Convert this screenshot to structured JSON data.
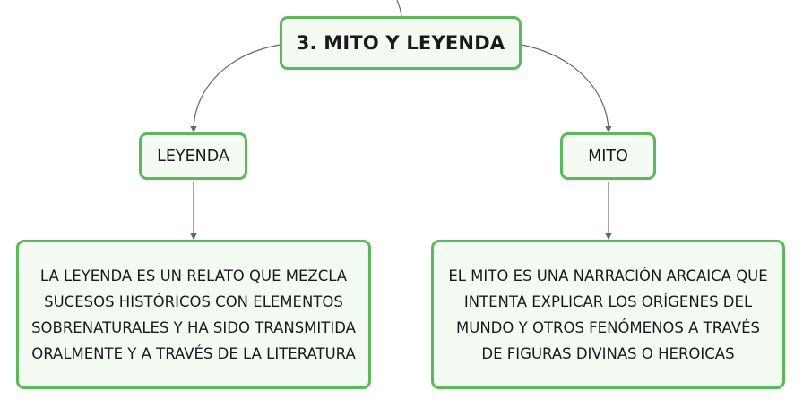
{
  "diagram": {
    "root": {
      "label": "3. MITO Y LEYENDA"
    },
    "branches": [
      {
        "label": "LEYENDA",
        "description": "LA LEYENDA ES UN RELATO QUE MEZCLA SUCESOS HISTÓRICOS CON ELEMENTOS SOBRENATURALES Y HA SIDO TRANSMITIDA ORALMENTE Y A TRAVÉS DE LA LITERATURA"
      },
      {
        "label": "MITO",
        "description": "EL MITO ES UNA NARRACIÓN ARCAICA QUE INTENTA EXPLICAR LOS ORÍGENES DEL MUNDO Y OTROS FENÓMENOS A TRAVÉS DE FIGURAS DIVINAS O HEROICAS"
      }
    ],
    "colors": {
      "node_border": "#5cb85c",
      "node_fill": "#f3fbf3",
      "connector": "#666666"
    }
  }
}
